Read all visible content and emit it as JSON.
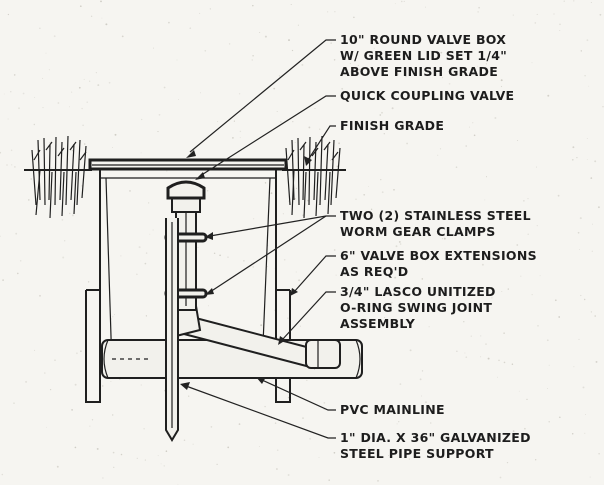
{
  "callouts": {
    "valve_box": [
      "10\" ROUND VALVE BOX",
      "W/ GREEN LID SET 1/4\"",
      "ABOVE FINISH GRADE"
    ],
    "quick_coupling": [
      "QUICK COUPLING VALVE"
    ],
    "finish_grade": [
      "FINISH GRADE"
    ],
    "clamps": [
      "TWO (2) STAINLESS STEEL",
      "WORM GEAR CLAMPS"
    ],
    "extensions": [
      "6\" VALVE BOX EXTENSIONS",
      "AS REQ'D"
    ],
    "swing_joint": [
      "3/4\" LASCO UNITIZED",
      "O-RING SWING JOINT",
      "ASSEMBLY"
    ],
    "mainline": [
      "PVC MAINLINE"
    ],
    "pipe_support": [
      "1\" DIA. X 36\" GALVANIZED",
      "STEEL PIPE SUPPORT"
    ]
  },
  "colors": {
    "ink": "#1f1f1f",
    "paper": "#f6f5f1"
  }
}
